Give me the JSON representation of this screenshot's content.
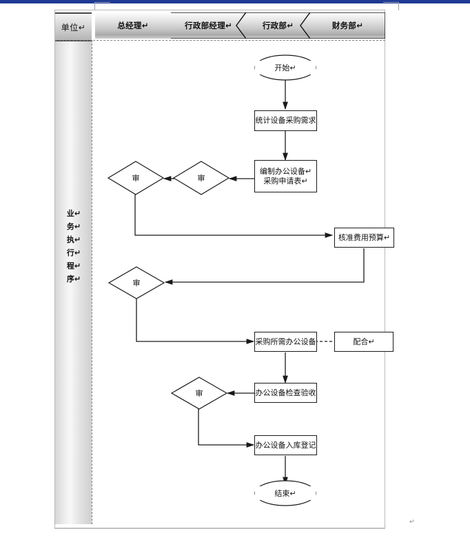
{
  "document": {
    "page_label": "↵"
  },
  "table_header": {
    "unit_label": "单位↵",
    "departments": [
      {
        "name": "总经理↵"
      },
      {
        "name": "行政部经理↵"
      },
      {
        "name": "行政部↵"
      },
      {
        "name": "财务部↵"
      }
    ]
  },
  "side_label": {
    "chars": [
      "业↵",
      "务↵",
      "执↵",
      "行↵",
      "程↵",
      "序↵"
    ],
    "full_text": "业务执行程序"
  },
  "flowchart": {
    "type": "cross-functional-flowchart",
    "nodes": [
      {
        "id": "start",
        "shape": "terminator",
        "text": "开始↵",
        "lane": "行政部"
      },
      {
        "id": "n1",
        "shape": "process",
        "text": "统计设备采购需求",
        "lane": "行政部"
      },
      {
        "id": "n2",
        "shape": "process",
        "text_line1": "编制办公设备↵",
        "text_line2": "采购申请表↵",
        "lane": "行政部"
      },
      {
        "id": "d1",
        "shape": "decision",
        "text": "审",
        "lane": "行政部经理"
      },
      {
        "id": "d2",
        "shape": "decision",
        "text": "审",
        "lane": "总经理"
      },
      {
        "id": "n3",
        "shape": "process",
        "text": "核准费用预算↵",
        "lane": "财务部"
      },
      {
        "id": "d3",
        "shape": "decision",
        "text": "审",
        "lane": "总经理"
      },
      {
        "id": "n4",
        "shape": "process",
        "text": "采购所需办公设备",
        "lane": "行政部"
      },
      {
        "id": "n5",
        "shape": "process",
        "text": "配合↵",
        "lane": "财务部"
      },
      {
        "id": "n6",
        "shape": "process",
        "text": "办公设备检查验收",
        "lane": "行政部"
      },
      {
        "id": "d4",
        "shape": "decision",
        "text": "审",
        "lane": "行政部经理"
      },
      {
        "id": "n7",
        "shape": "process",
        "text": "办公设备入库登记",
        "lane": "行政部"
      },
      {
        "id": "end",
        "shape": "terminator",
        "text": "结束↵",
        "lane": "行政部"
      }
    ],
    "edges": [
      {
        "from": "start",
        "to": "n1",
        "style": "solid"
      },
      {
        "from": "n1",
        "to": "n2",
        "style": "solid"
      },
      {
        "from": "n2",
        "to": "d1",
        "style": "solid"
      },
      {
        "from": "d1",
        "to": "d2",
        "style": "solid"
      },
      {
        "from": "d2",
        "to": "n3",
        "style": "solid"
      },
      {
        "from": "n3",
        "to": "d3",
        "style": "solid"
      },
      {
        "from": "d3",
        "to": "n4",
        "style": "solid"
      },
      {
        "from": "n5",
        "to": "n4",
        "style": "dashed"
      },
      {
        "from": "n4",
        "to": "n6",
        "style": "solid"
      },
      {
        "from": "n6",
        "to": "d4",
        "style": "solid"
      },
      {
        "from": "d4",
        "to": "n7",
        "style": "solid"
      },
      {
        "from": "n7",
        "to": "end",
        "style": "solid"
      }
    ]
  },
  "colors": {
    "line": "#1a1a1a",
    "banner_dark": "#a9a9a9",
    "banner_light": "#fdfdfd",
    "titlebar": "#1f3a93",
    "page_border": "#b9b9b9"
  }
}
